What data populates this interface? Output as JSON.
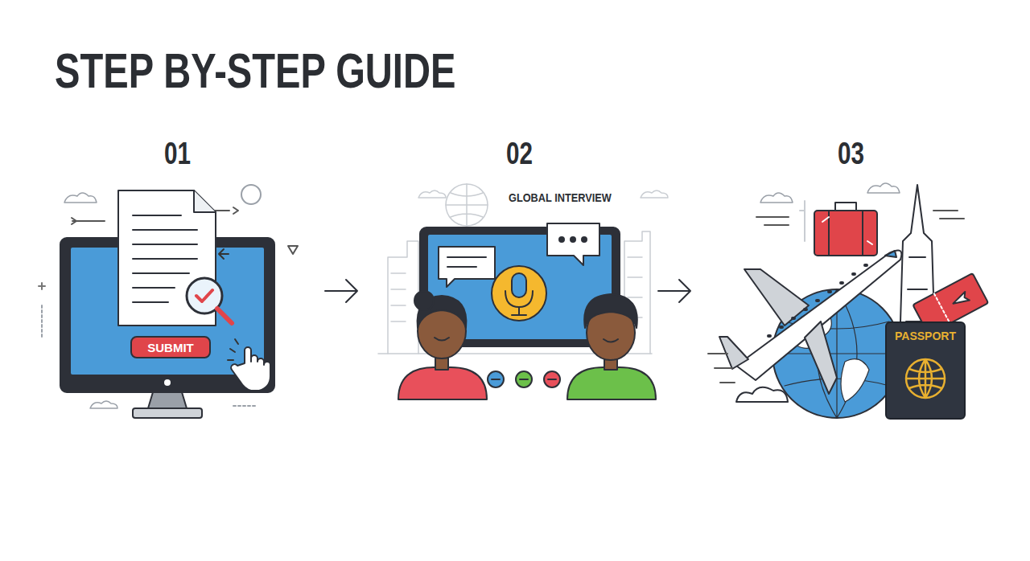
{
  "diagram": {
    "title": "STEP BY-STEP GUIDE",
    "nodes": [
      {
        "text": [
          "SUBMIT"
        ]
      },
      {
        "text": [
          "PASSPORT"
        ]
      }
    ],
    "labels": [
      "01",
      "02",
      "03",
      "GLOBAL INTERVIEW"
    ]
  }
}
